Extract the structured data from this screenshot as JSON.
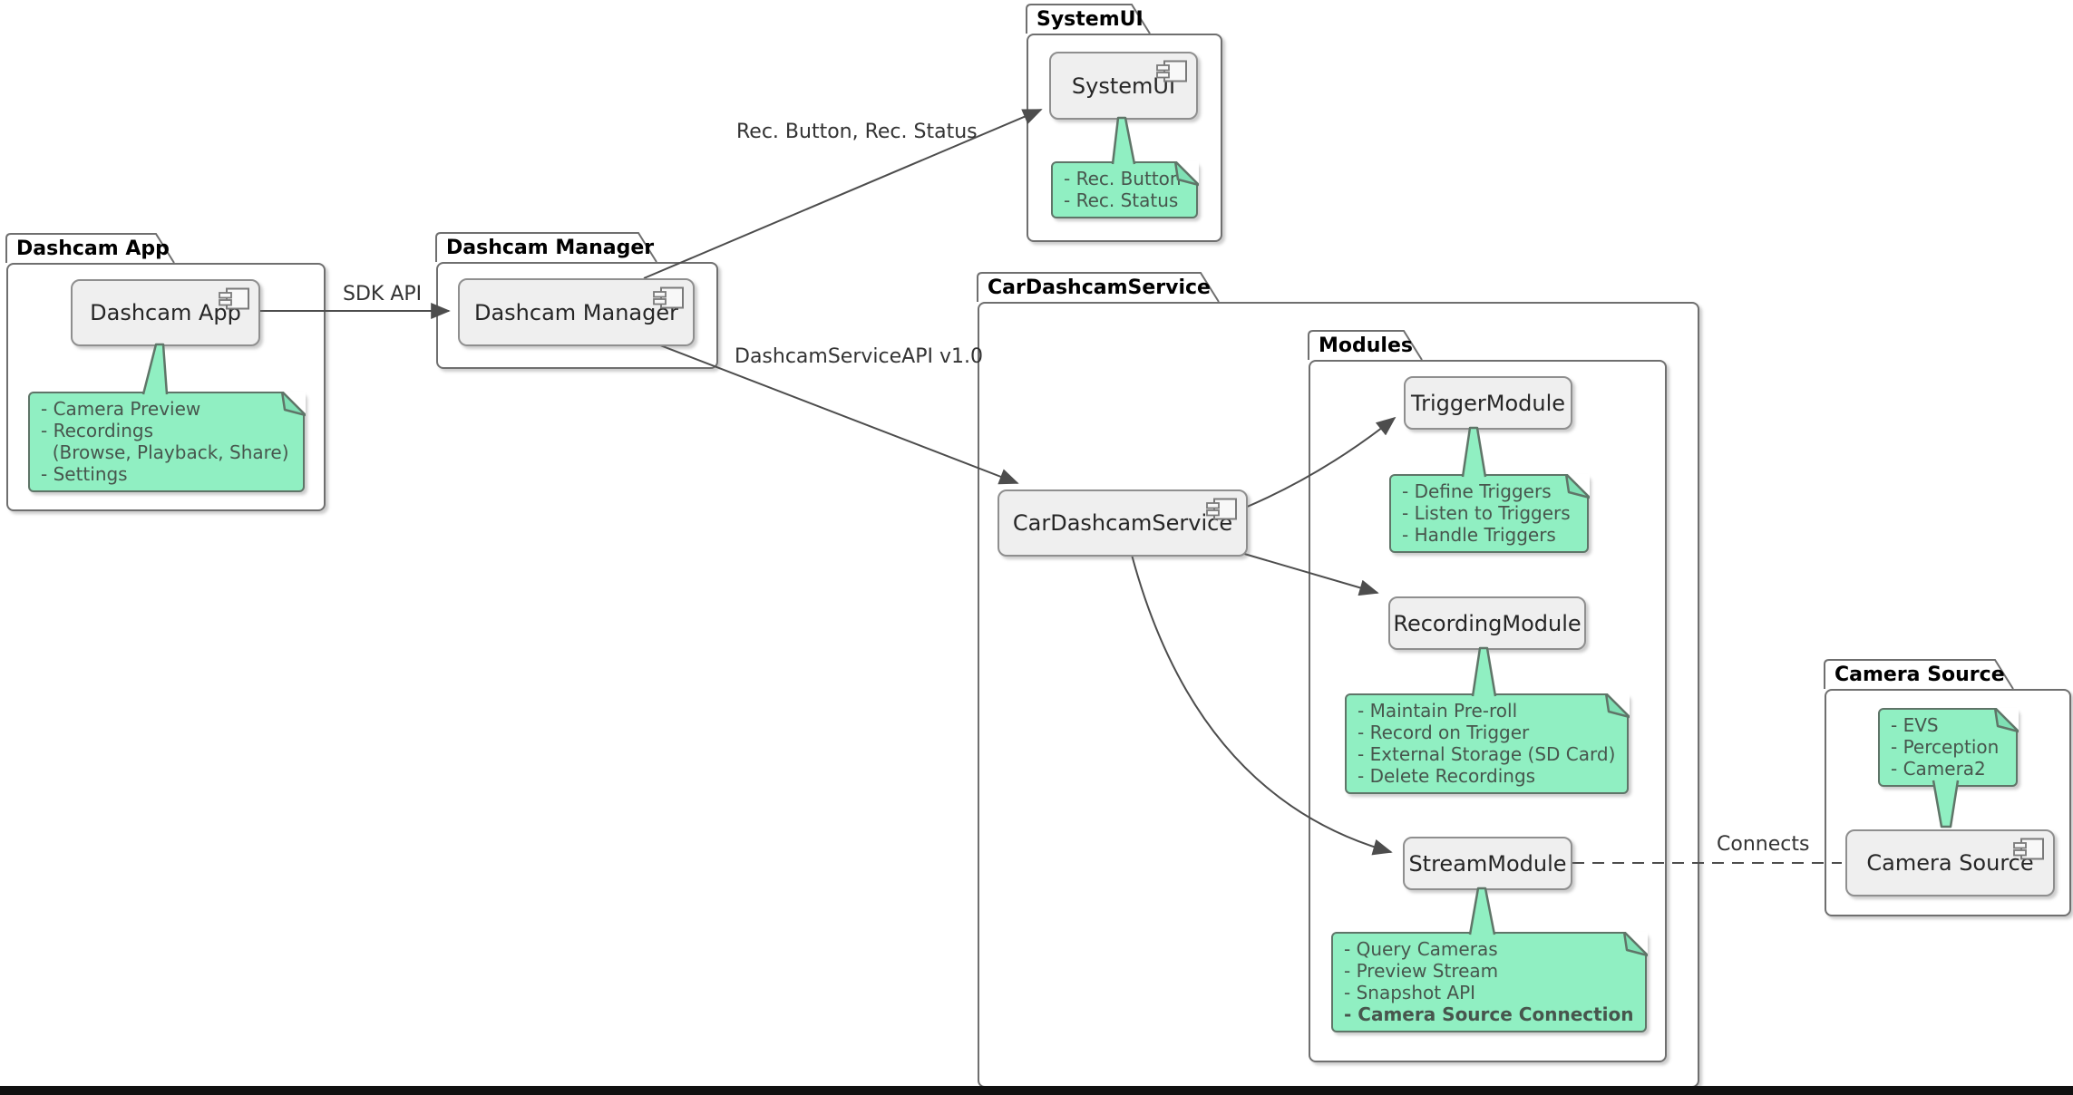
{
  "packages": {
    "dashcam_app": {
      "title": "Dashcam App"
    },
    "dashcam_manager": {
      "title": "Dashcam Manager"
    },
    "systemui": {
      "title": "SystemUI"
    },
    "car_dashcam_service": {
      "title": "CarDashcamService"
    },
    "modules": {
      "title": "Modules"
    },
    "camera_source": {
      "title": "Camera Source"
    }
  },
  "components": {
    "dashcam_app": {
      "label": "Dashcam App"
    },
    "dashcam_manager": {
      "label": "Dashcam Manager"
    },
    "systemui": {
      "label": "SystemUI"
    },
    "car_dashcam_service": {
      "label": "CarDashcamService"
    },
    "trigger_module": {
      "label": "TriggerModule"
    },
    "recording_module": {
      "label": "RecordingModule"
    },
    "stream_module": {
      "label": "StreamModule"
    },
    "camera_source": {
      "label": "Camera Source"
    }
  },
  "notes": {
    "dashcam_app": {
      "lines": [
        "- Camera Preview",
        "- Recordings",
        "  (Browse, Playback, Share)",
        "- Settings"
      ]
    },
    "systemui": {
      "lines": [
        "- Rec. Button",
        "- Rec. Status"
      ]
    },
    "trigger_module": {
      "lines": [
        "- Define Triggers",
        "- Listen to Triggers",
        "- Handle Triggers"
      ]
    },
    "recording_module": {
      "lines": [
        "- Maintain Pre-roll",
        "- Record on Trigger",
        "- External Storage (SD Card)",
        "- Delete Recordings"
      ]
    },
    "stream_module": {
      "lines": [
        "- Query Cameras",
        "- Preview Stream",
        "- Snapshot API",
        {
          "text": "- Camera Source Connection",
          "bold": true
        }
      ]
    },
    "camera_source": {
      "lines": [
        "- EVS",
        "- Perception",
        "- Camera2"
      ]
    }
  },
  "edges": {
    "sdk_api": {
      "label": "SDK API",
      "style": "solid-arrow"
    },
    "rec_button_status": {
      "label": "Rec. Button, Rec. Status",
      "style": "solid-arrow"
    },
    "dashcam_service_api": {
      "label": "DashcamServiceAPI v1.0",
      "style": "solid-arrow"
    },
    "to_trigger_module": {
      "label": "",
      "style": "solid-arrow"
    },
    "to_recording_module": {
      "label": "",
      "style": "solid-arrow"
    },
    "to_stream_module": {
      "label": "",
      "style": "solid-arrow"
    },
    "connects": {
      "label": "Connects",
      "style": "dashed"
    }
  },
  "colors": {
    "note_fill": "#90EFC2",
    "note_border": "#5F7568",
    "note_text": "#47564D",
    "component_fill": "#EFEFEF",
    "component_border": "#8F8F8F",
    "package_border": "#6F6F6F",
    "line": "#4D4D4D",
    "bottom_bar": "#101010"
  }
}
